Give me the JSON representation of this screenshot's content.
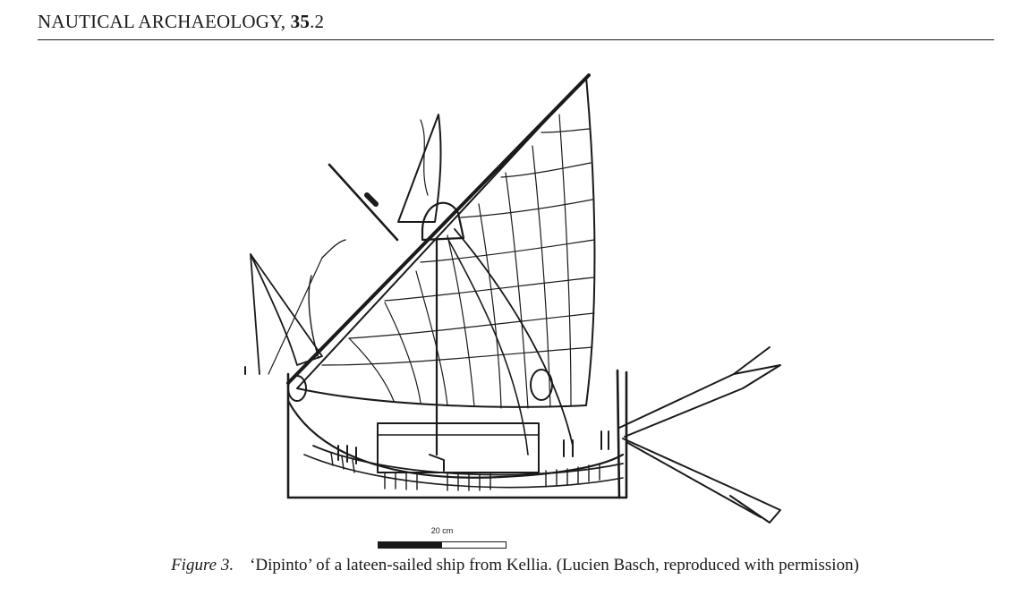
{
  "header": {
    "journal": "NAUTICAL ARCHAEOLOGY, ",
    "volume": "35",
    "issue": ".2"
  },
  "figure": {
    "scale_label": "20 cm",
    "caption_label": "Figure 3.",
    "caption_text": "‘Dipinto’ of a lateen-sailed ship from Kellia. (Lucien Basch, reproduced with permission)",
    "ink_color": "#1a1a1a"
  }
}
